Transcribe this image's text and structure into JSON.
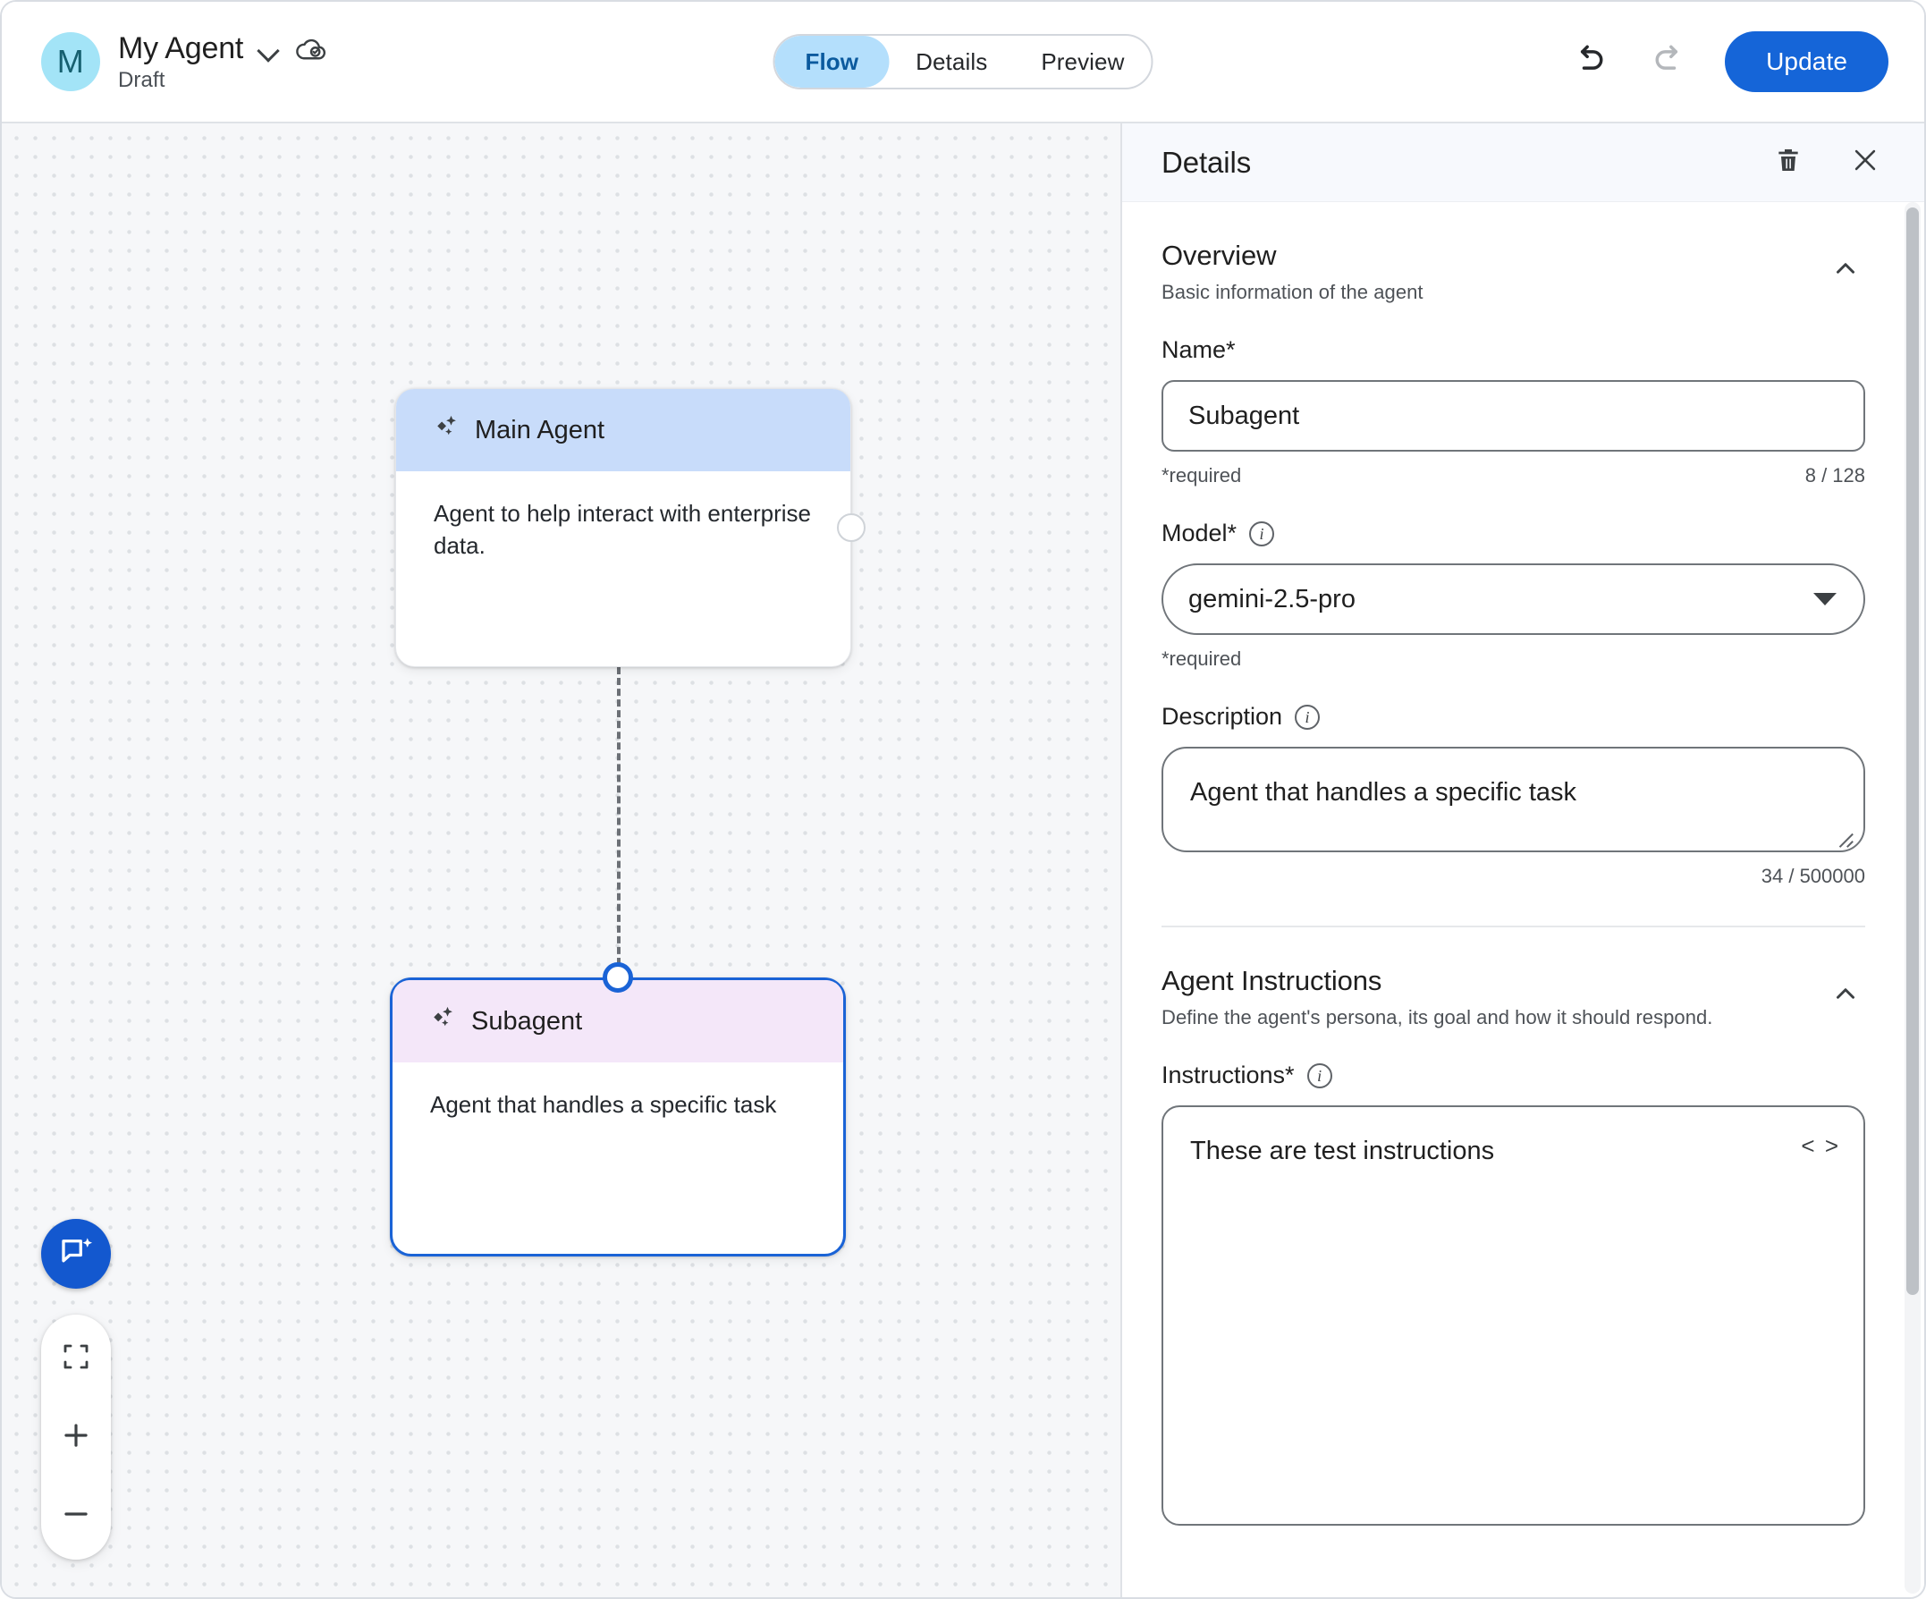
{
  "header": {
    "avatar_initial": "M",
    "title": "My Agent",
    "subtitle": "Draft",
    "dropdown_icon": "chevron-down-icon",
    "cloud_status_icon": "cloud-done-icon",
    "tabs": [
      {
        "label": "Flow",
        "active": true
      },
      {
        "label": "Details",
        "active": false
      },
      {
        "label": "Preview",
        "active": false
      }
    ],
    "undo_icon": "undo-icon",
    "redo_icon": "redo-icon",
    "update_label": "Update"
  },
  "canvas": {
    "nodes": [
      {
        "id": "main",
        "icon": "sparkle-icon",
        "title": "Main Agent",
        "body": "Agent to help interact with enterprise data.",
        "header_color": "#c8dcfa",
        "selected": false
      },
      {
        "id": "sub",
        "icon": "sparkle-icon",
        "title": "Subagent",
        "body": "Agent that handles a specific task",
        "header_color": "#f4e7f9",
        "selected": true,
        "selection_color": "#1a63d6"
      }
    ],
    "controls": {
      "assistant_icon": "chat-sparkle-icon",
      "fit_icon": "fit-screen-icon",
      "zoom_in_icon": "plus-icon",
      "zoom_out_icon": "minus-icon"
    }
  },
  "panel": {
    "title": "Details",
    "delete_icon": "trash-icon",
    "close_icon": "close-icon",
    "sections": [
      {
        "title": "Overview",
        "subtitle": "Basic information of the agent",
        "collapse_icon": "chevron-up-icon"
      },
      {
        "title": "Agent Instructions",
        "subtitle": "Define the agent's persona, its goal and how it should respond.",
        "collapse_icon": "chevron-up-icon"
      }
    ],
    "fields": {
      "name": {
        "label": "Name*",
        "value": "Subagent",
        "required_text": "*required",
        "counter": "8 / 128"
      },
      "model": {
        "label": "Model*",
        "info_icon": "info-icon",
        "value": "gemini-2.5-pro",
        "required_text": "*required",
        "caret_icon": "dropdown-caret-icon"
      },
      "description": {
        "label": "Description",
        "info_icon": "info-icon",
        "value": "Agent that handles a specific task",
        "counter": "34 / 500000"
      },
      "instructions": {
        "label": "Instructions*",
        "info_icon": "info-icon",
        "value": "These are test instructions",
        "code_toggle": "< >"
      }
    }
  },
  "colors": {
    "primary": "#1565d8",
    "accent_tab": "#b4dffc",
    "selection": "#1a63d6",
    "avatar_bg": "#a3e4f7"
  }
}
